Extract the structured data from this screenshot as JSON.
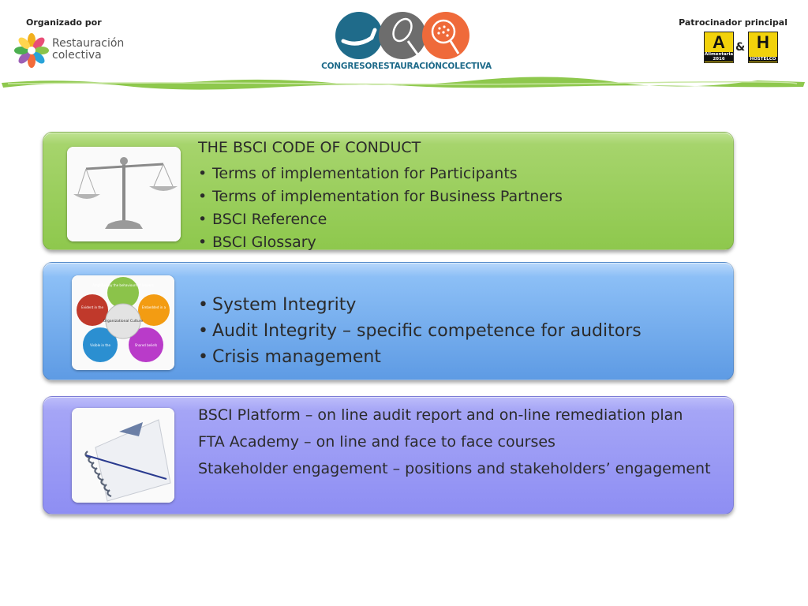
{
  "header": {
    "organizer_label": "Organizado por",
    "organizer_logo_text_1": "Restauración",
    "organizer_logo_text_2": "colectiva",
    "event_title": "CONGRESORESTAURACIÓNCOLECTIVA",
    "sponsor_label": "Patrocinador principal",
    "sponsor_logo_left": "A",
    "sponsor_logo_left_small": "Alimentaria 2016",
    "sponsor_logo_amp": "&",
    "sponsor_logo_right": "H",
    "sponsor_logo_right_small": "HOSTELCO",
    "colors": {
      "divider_green": "#8ec84d",
      "logo_teal": "#1f6b8a",
      "logo_gray": "#6d6d6d",
      "logo_orange": "#ef6a3a",
      "sponsor_yellow": "#f2d20b"
    }
  },
  "panels": [
    {
      "heading": "THE BSCI CODE OF CONDUCT",
      "image_icon": "scales-of-justice-icon",
      "bullet": "•",
      "items": [
        "Terms of implementation for Participants",
        "Terms of implementation for Business Partners",
        "BSCI Reference",
        "BSCI Glossary"
      ],
      "color": "#8ec84d"
    },
    {
      "image_icon": "organizational-culture-diagram-icon",
      "diagram_labels": {
        "center": "Organizational Culture",
        "top": "Amplified by the behaviours of leaders",
        "right": "Embedded in a network of organizational practices",
        "bottom_right": "Shared beliefs, values and assumptions held by members of an organization",
        "bottom_left": "Visible in the 'way that work gets done' on a day-to-day basis",
        "left": "Evident in the behaviours of individuals and groups"
      },
      "bullet": "•",
      "items": [
        "System Integrity",
        "Audit Integrity – specific competence for auditors",
        "Crisis management"
      ],
      "color": "#5e9be4"
    },
    {
      "image_icon": "spiral-notebook-icon",
      "items": [
        "BSCI Platform – on line audit report and on-line remediation plan",
        "FTA Academy – on line and face to face courses",
        "Stakeholder engagement – positions and stakeholders’ engagement"
      ],
      "color": "#8e8ef3"
    }
  ]
}
